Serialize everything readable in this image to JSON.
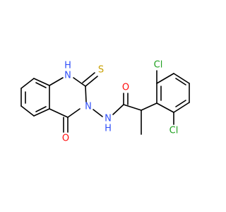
{
  "atoms": {
    "N1": {
      "label": "N",
      "color": "#3050F8"
    },
    "H1": {
      "label": "H",
      "color": "#3050F8"
    },
    "S": {
      "label": "S",
      "color": "#C8A000"
    },
    "N3": {
      "label": "N",
      "color": "#3050F8"
    },
    "O4": {
      "label": "O",
      "color": "#FF0D0D"
    },
    "NH_N": {
      "label": "N",
      "color": "#3050F8"
    },
    "NH_H": {
      "label": "H",
      "color": "#3050F8"
    },
    "O_amide": {
      "label": "O",
      "color": "#FF0D0D"
    },
    "Cl_top": {
      "label": "Cl",
      "color": "#1FA01F"
    },
    "Cl_bottom": {
      "label": "Cl",
      "color": "#1FA01F"
    }
  },
  "bond_color": "#000000"
}
